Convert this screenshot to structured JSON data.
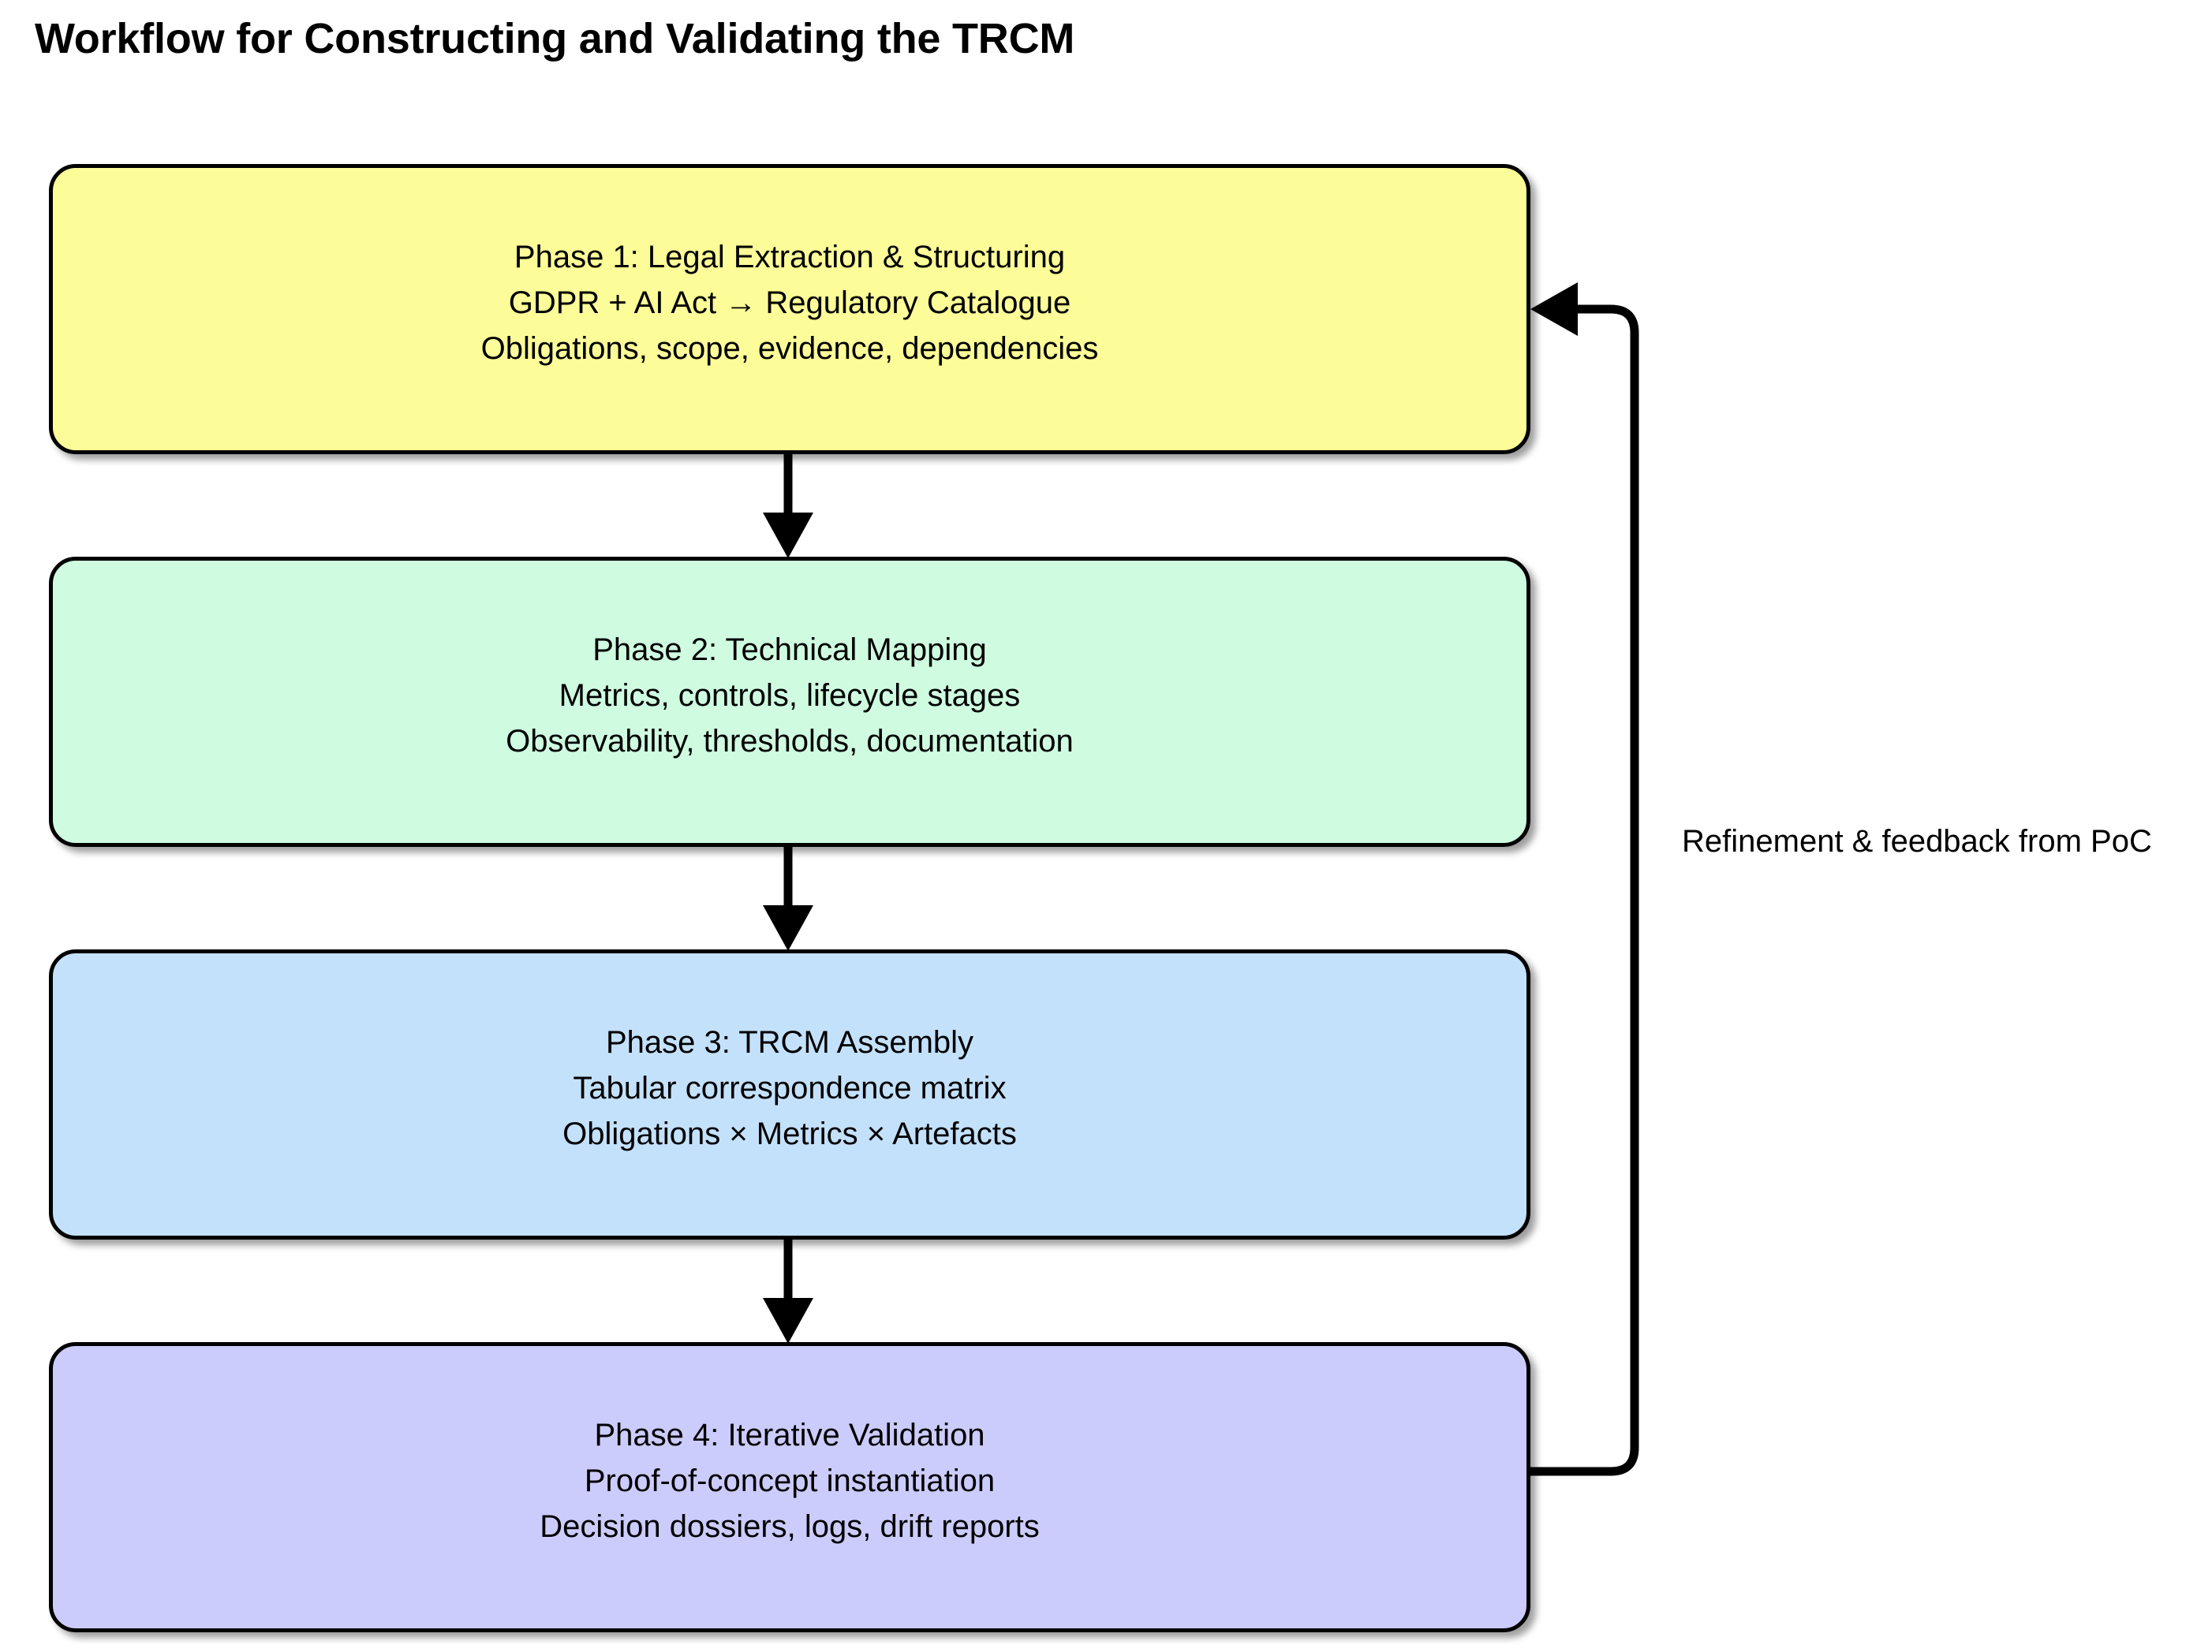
{
  "diagram": {
    "title": "Workflow for Constructing and Validating the TRCM",
    "type": "flowchart",
    "orientation": "top-to-bottom",
    "background_color": "#ffffff",
    "phases": [
      {
        "id": "phase-1",
        "fill": "#FCFC98",
        "lines": [
          "Phase 1: Legal Extraction & Structuring",
          "GDPR + AI Act → Regulatory Catalogue",
          "Obligations, scope, evidence, dependencies"
        ]
      },
      {
        "id": "phase-2",
        "fill": "#CFFCE0",
        "lines": [
          "Phase 2: Technical Mapping",
          "Metrics, controls, lifecycle stages",
          "Observability, thresholds, documentation"
        ]
      },
      {
        "id": "phase-3",
        "fill": "#C4E1FC",
        "lines": [
          "Phase 3: TRCM Assembly",
          "Tabular correspondence matrix",
          "Obligations × Metrics × Artefacts"
        ]
      },
      {
        "id": "phase-4",
        "fill": "#CCCCFC",
        "lines": [
          "Phase 4: Iterative Validation",
          "Proof-of-concept instantiation",
          "Decision dossiers, logs, drift reports"
        ]
      }
    ],
    "edges": [
      {
        "id": "edge-1-2",
        "from": "phase-1",
        "to": "phase-2",
        "label": ""
      },
      {
        "id": "edge-2-3",
        "from": "phase-2",
        "to": "phase-3",
        "label": ""
      },
      {
        "id": "edge-3-4",
        "from": "phase-3",
        "to": "phase-4",
        "label": ""
      },
      {
        "id": "edge-feedback",
        "from": "phase-4",
        "to": "phase-1",
        "label": "Refinement & feedback from PoC"
      }
    ],
    "feedback_label": "Refinement & feedback from PoC",
    "edge_color": "#000000"
  }
}
